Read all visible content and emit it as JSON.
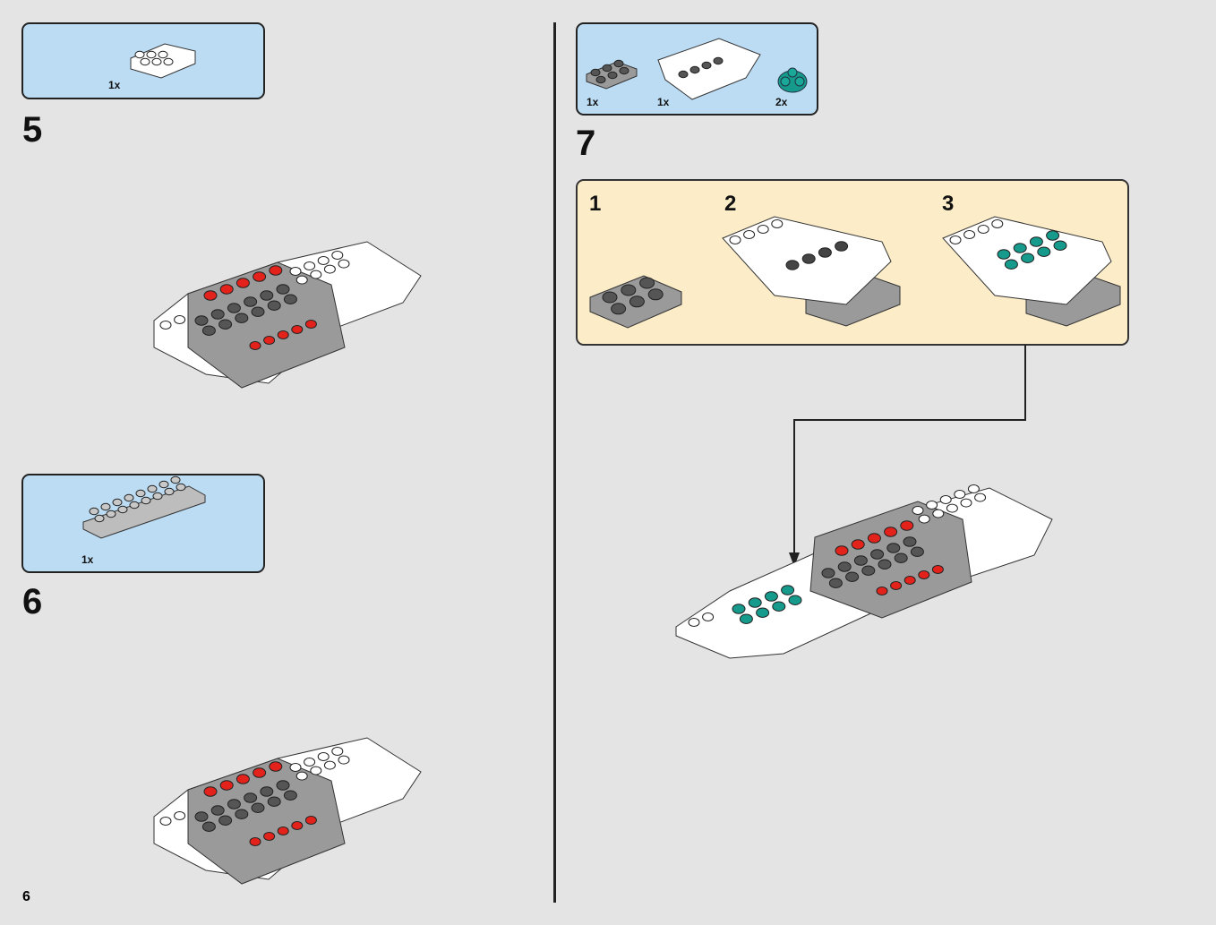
{
  "page_number": "6",
  "steps": [
    {
      "number": "5",
      "parts": [
        {
          "qty": "1x",
          "name": "white-inverted-slope-part"
        }
      ]
    },
    {
      "number": "6",
      "parts": [
        {
          "qty": "1x",
          "name": "grey-plate-2x8"
        }
      ]
    },
    {
      "number": "7",
      "parts": [
        {
          "qty": "1x",
          "name": "dark-grey-plate-2x3"
        },
        {
          "qty": "1x",
          "name": "white-wedge-part"
        },
        {
          "qty": "2x",
          "name": "teal-round-plate"
        }
      ],
      "substeps": [
        "1",
        "2",
        "3"
      ]
    }
  ],
  "colors": {
    "background": "#e4e4e4",
    "parts_box": "#bcdcf4",
    "substep_box": "#fcedc8",
    "red": "#e3231b",
    "teal": "#159a8c",
    "grey": "#8a8a8a"
  }
}
